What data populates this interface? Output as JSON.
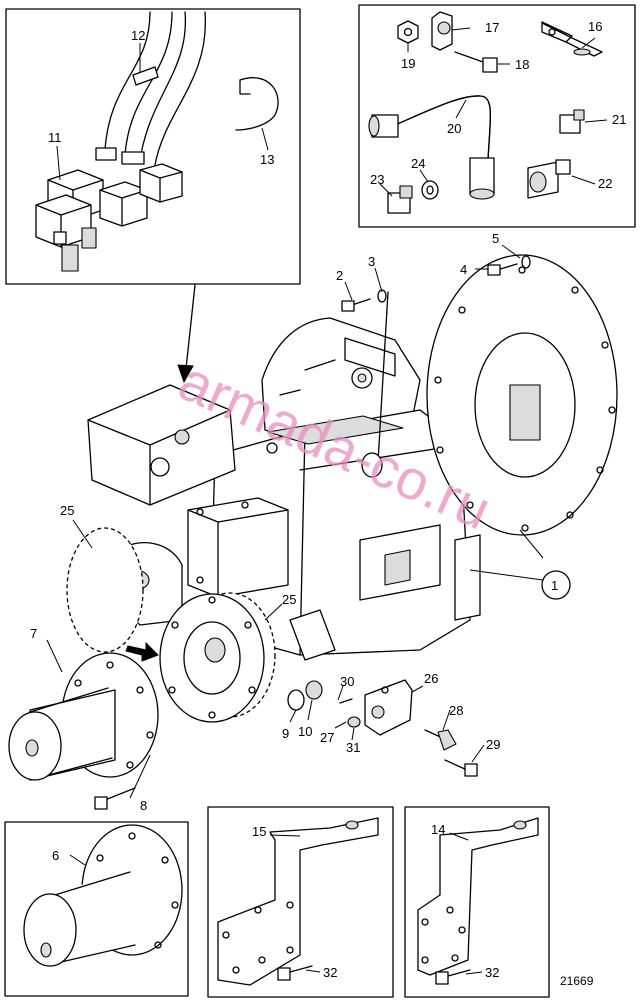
{
  "diagram": {
    "reference_number": "21669",
    "watermark": "armada-co.ru",
    "callouts": [
      {
        "id": "c1",
        "text": "1"
      },
      {
        "id": "c2",
        "text": "2"
      },
      {
        "id": "c3",
        "text": "3"
      },
      {
        "id": "c4",
        "text": "4"
      },
      {
        "id": "c5",
        "text": "5"
      },
      {
        "id": "c6",
        "text": "6"
      },
      {
        "id": "c7",
        "text": "7"
      },
      {
        "id": "c8",
        "text": "8"
      },
      {
        "id": "c9",
        "text": "9"
      },
      {
        "id": "c10",
        "text": "10"
      },
      {
        "id": "c11",
        "text": "11"
      },
      {
        "id": "c12",
        "text": "12"
      },
      {
        "id": "c13",
        "text": "13"
      },
      {
        "id": "c14",
        "text": "14"
      },
      {
        "id": "c15",
        "text": "15"
      },
      {
        "id": "c16",
        "text": "16"
      },
      {
        "id": "c17",
        "text": "17"
      },
      {
        "id": "c18",
        "text": "18"
      },
      {
        "id": "c19",
        "text": "19"
      },
      {
        "id": "c20",
        "text": "20"
      },
      {
        "id": "c21",
        "text": "21"
      },
      {
        "id": "c22",
        "text": "22"
      },
      {
        "id": "c23",
        "text": "23"
      },
      {
        "id": "c24",
        "text": "24"
      },
      {
        "id": "c25a",
        "text": "25"
      },
      {
        "id": "c25b",
        "text": "25"
      },
      {
        "id": "c26",
        "text": "26"
      },
      {
        "id": "c27",
        "text": "27"
      },
      {
        "id": "c28",
        "text": "28"
      },
      {
        "id": "c29",
        "text": "29"
      },
      {
        "id": "c30",
        "text": "30"
      },
      {
        "id": "c31",
        "text": "31"
      },
      {
        "id": "c32a",
        "text": "32"
      },
      {
        "id": "c32b",
        "text": "32"
      }
    ]
  }
}
